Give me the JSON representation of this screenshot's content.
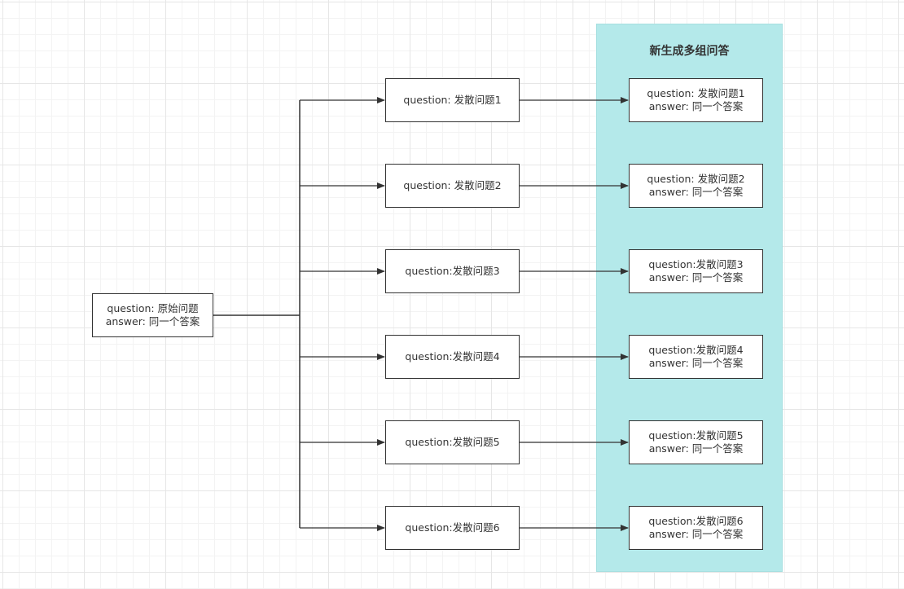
{
  "panel": {
    "title": "新生成多组问答",
    "color": "#b4e9ea"
  },
  "source": {
    "question": "question: 原始问题",
    "answer": "answer: 同一个答案"
  },
  "middle": [
    {
      "question": "question: 发散问题1"
    },
    {
      "question": "question: 发散问题2"
    },
    {
      "question": "question:发散问题3"
    },
    {
      "question": "question:发散问题4"
    },
    {
      "question": "question:发散问题5"
    },
    {
      "question": "question:发散问题6"
    }
  ],
  "results": [
    {
      "question": "question: 发散问题1",
      "answer": "answer: 同一个答案"
    },
    {
      "question": "question: 发散问题2",
      "answer": "answer: 同一个答案"
    },
    {
      "question": "question:发散问题3",
      "answer": "answer: 同一个答案"
    },
    {
      "question": "question:发散问题4",
      "answer": "answer: 同一个答案"
    },
    {
      "question": "question:发散问题5",
      "answer": "answer: 同一个答案"
    },
    {
      "question": "question:发散问题6",
      "answer": "answer: 同一个答案"
    }
  ]
}
